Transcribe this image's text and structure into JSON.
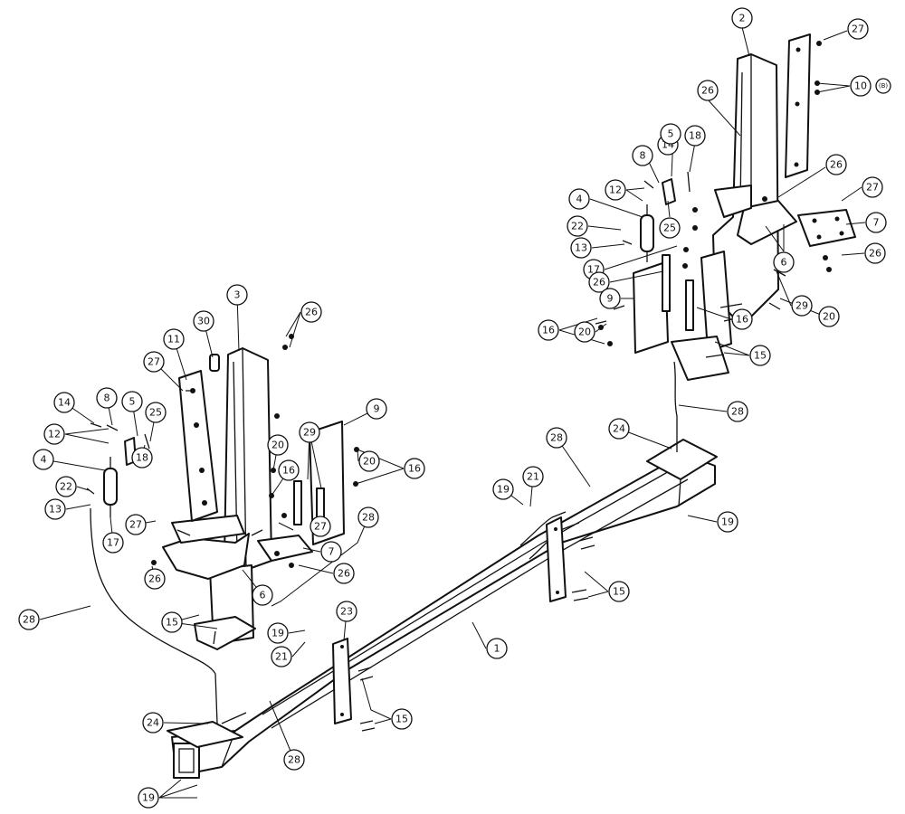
{
  "callouts": [
    {
      "id": "c-2",
      "label": "2"
    },
    {
      "id": "c-27a",
      "label": "27"
    },
    {
      "id": "c-10",
      "label": "10"
    },
    {
      "id": "c-26a",
      "label": "26"
    },
    {
      "id": "c-8a",
      "label": "8"
    },
    {
      "id": "c-14a",
      "label": "14"
    },
    {
      "id": "c-5a",
      "label": "5"
    },
    {
      "id": "c-18a",
      "label": "18"
    },
    {
      "id": "c-12a",
      "label": "12"
    },
    {
      "id": "c-4a",
      "label": "4"
    },
    {
      "id": "c-22a",
      "label": "22"
    },
    {
      "id": "c-25a",
      "label": "25"
    },
    {
      "id": "c-13a",
      "label": "13"
    },
    {
      "id": "c-26b",
      "label": "26"
    },
    {
      "id": "c-27b",
      "label": "27"
    },
    {
      "id": "c-7a",
      "label": "7"
    },
    {
      "id": "c-26c",
      "label": "26"
    },
    {
      "id": "c-17a",
      "label": "17"
    },
    {
      "id": "c-26d",
      "label": "26"
    },
    {
      "id": "c-6a",
      "label": "6"
    },
    {
      "id": "c-9a",
      "label": "9"
    },
    {
      "id": "c-20a",
      "label": "20"
    },
    {
      "id": "c-16a",
      "label": "16"
    },
    {
      "id": "c-29a",
      "label": "29"
    },
    {
      "id": "c-20b",
      "label": "20"
    },
    {
      "id": "c-16b",
      "label": "16"
    },
    {
      "id": "c-15a",
      "label": "15"
    },
    {
      "id": "c-28a",
      "label": "28"
    },
    {
      "id": "c-24a",
      "label": "24"
    },
    {
      "id": "c-28b",
      "label": "28"
    },
    {
      "id": "c-21a",
      "label": "21"
    },
    {
      "id": "c-19a",
      "label": "19"
    },
    {
      "id": "c-19b",
      "label": "19"
    },
    {
      "id": "c-15b",
      "label": "15"
    },
    {
      "id": "c-26e",
      "label": "26"
    },
    {
      "id": "c-3",
      "label": "3"
    },
    {
      "id": "c-30",
      "label": "30"
    },
    {
      "id": "c-11",
      "label": "11"
    },
    {
      "id": "c-27c",
      "label": "27"
    },
    {
      "id": "c-14b",
      "label": "14"
    },
    {
      "id": "c-8b",
      "label": "8"
    },
    {
      "id": "c-5b",
      "label": "5"
    },
    {
      "id": "c-25b",
      "label": "25"
    },
    {
      "id": "c-12b",
      "label": "12"
    },
    {
      "id": "c-4b",
      "label": "4"
    },
    {
      "id": "c-18b",
      "label": "18"
    },
    {
      "id": "c-22b",
      "label": "22"
    },
    {
      "id": "c-13b",
      "label": "13"
    },
    {
      "id": "c-17b",
      "label": "17"
    },
    {
      "id": "c-9b",
      "label": "9"
    },
    {
      "id": "c-29b",
      "label": "29"
    },
    {
      "id": "c-20c",
      "label": "20"
    },
    {
      "id": "c-16c",
      "label": "16"
    },
    {
      "id": "c-20d",
      "label": "20"
    },
    {
      "id": "c-16d",
      "label": "16"
    },
    {
      "id": "c-27d",
      "label": "27"
    },
    {
      "id": "c-27e",
      "label": "27"
    },
    {
      "id": "c-7b",
      "label": "7"
    },
    {
      "id": "c-26f",
      "label": "26"
    },
    {
      "id": "c-26g",
      "label": "26"
    },
    {
      "id": "c-6b",
      "label": "6"
    },
    {
      "id": "c-28c",
      "label": "28"
    },
    {
      "id": "c-28d",
      "label": "28"
    },
    {
      "id": "c-15c",
      "label": "15"
    },
    {
      "id": "c-23",
      "label": "23"
    },
    {
      "id": "c-19c",
      "label": "19"
    },
    {
      "id": "c-21b",
      "label": "21"
    },
    {
      "id": "c-1",
      "label": "1"
    },
    {
      "id": "c-15d",
      "label": "15"
    },
    {
      "id": "c-24b",
      "label": "24"
    },
    {
      "id": "c-28e",
      "label": "28"
    },
    {
      "id": "c-19d",
      "label": "19"
    }
  ],
  "note_label": "(B)"
}
